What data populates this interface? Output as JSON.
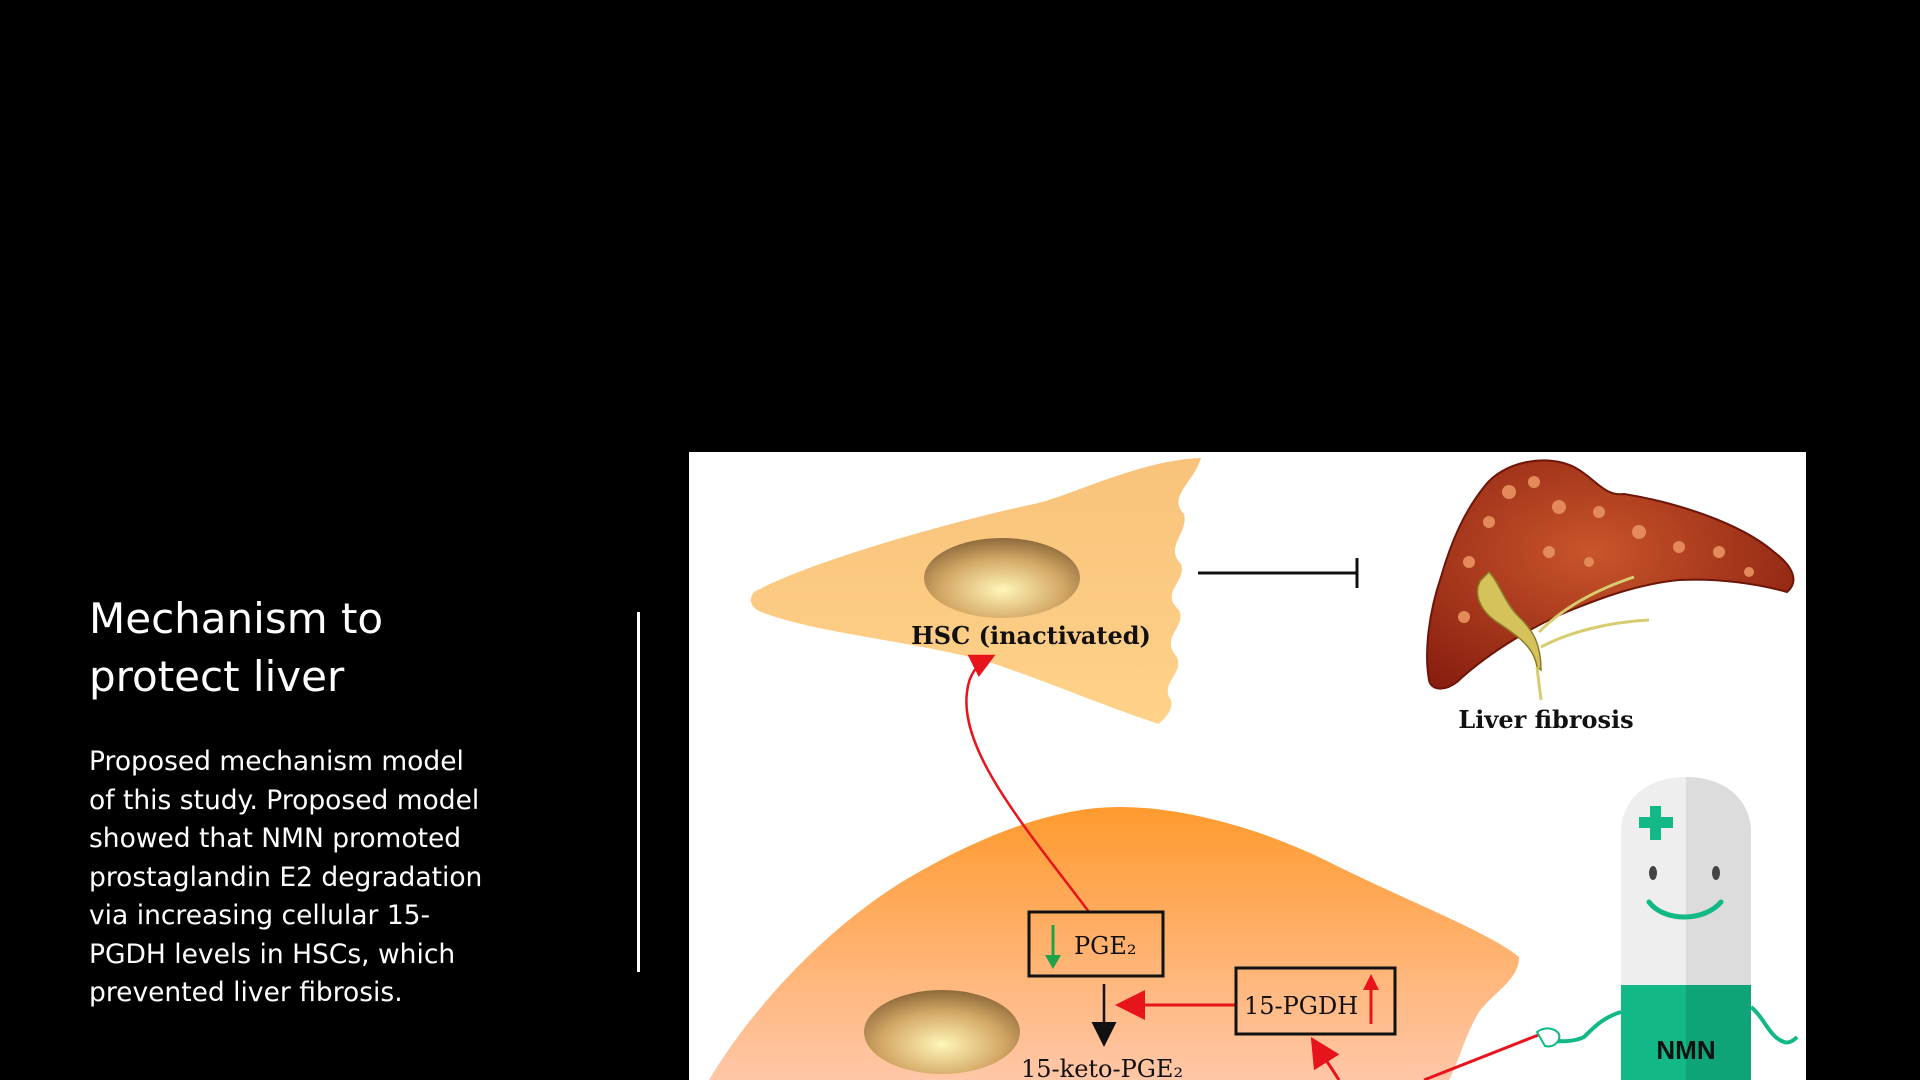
{
  "slide": {
    "title_lines": [
      "Mechanism to",
      "protect liver"
    ],
    "body_lines": [
      "Proposed mechanism model",
      "of this study. Proposed model",
      "showed that NMN promoted",
      "prostaglandin E2 degradation",
      "via increasing cellular 15-",
      "PGDH levels in HSCs, which",
      "prevented liver fibrosis."
    ]
  },
  "figure": {
    "hsc_label": "HSC (inactivated)",
    "liver_label": "Liver fibrosis",
    "pge2_label": "PGE₂",
    "pgdh_label": "15-PGDH",
    "keto_label": "15-keto-PGE₂",
    "nmn_label": "NMN"
  },
  "colors": {
    "background": "#000000",
    "text": "#ffffff",
    "arrow_red": "#e8141b",
    "arrow_green": "#1ea34a",
    "nmn_green": "#12b886",
    "cell_orange": "#ff9933",
    "liver_red": "#b5361a"
  }
}
